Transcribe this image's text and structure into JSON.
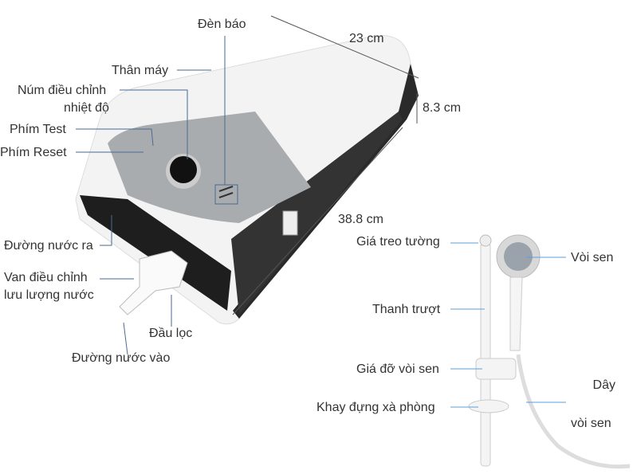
{
  "labels": {
    "indicator_light": "Đèn báo",
    "width": "23 cm",
    "body": "Thân máy",
    "knob_line1": "Núm điều chỉnh",
    "knob_line2": "nhiệt độ",
    "depth": "8.3 cm",
    "test_button": "Phím Test",
    "reset_button": "Phím Reset",
    "height": "38.8 cm",
    "wall_bracket": "Giá treo tường",
    "shower_head": "Vòi sen",
    "water_outlet": "Đường nước ra",
    "valve_line1": "Van điều chỉnh",
    "valve_line2": "lưu lượng nước",
    "slide_bar": "Thanh trượt",
    "filter": "Đầu lọc",
    "water_inlet": "Đường nước vào",
    "shower_holder": "Giá đỡ vòi sen",
    "soap_tray": "Khay đựng xà phòng",
    "hose_line1": "Dây",
    "hose_line2": "vòi sen"
  },
  "colors": {
    "leader_line": "#4a6a90",
    "accent_line": "#5a9fdc",
    "panel": "#a9acaf",
    "body": "#f2f2f2"
  }
}
